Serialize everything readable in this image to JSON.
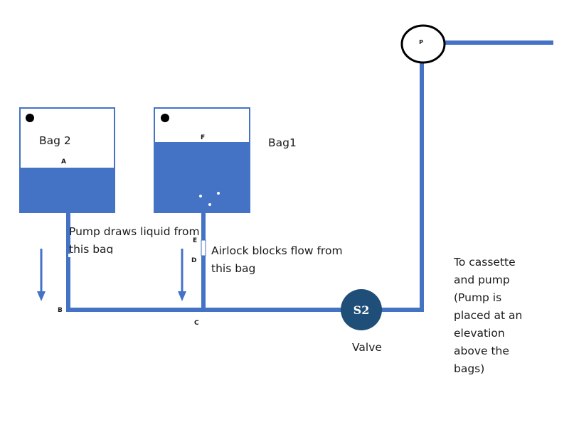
{
  "colors": {
    "pipe": "#4472c4",
    "liquid": "#4472c4",
    "valve": "#1f4e79",
    "outline": "#000000",
    "background": "#ffffff"
  },
  "bags": {
    "bag2": {
      "label": "Bag 2",
      "point": "A"
    },
    "bag1": {
      "label": "Bag1",
      "point": "F"
    }
  },
  "points": {
    "b": "B",
    "c": "C",
    "d": "D",
    "e": "E"
  },
  "pump": {
    "label": "P"
  },
  "valve": {
    "label": "S2",
    "caption": "Valve"
  },
  "notes": {
    "pump_draws": [
      "Pump draws liquid from",
      "this bag"
    ],
    "airlock": [
      "Airlock blocks flow from",
      "this bag"
    ],
    "cassette": [
      "To cassette",
      "and pump",
      "(Pump is",
      "placed at an",
      "elevation",
      "above the",
      "bags)"
    ]
  }
}
